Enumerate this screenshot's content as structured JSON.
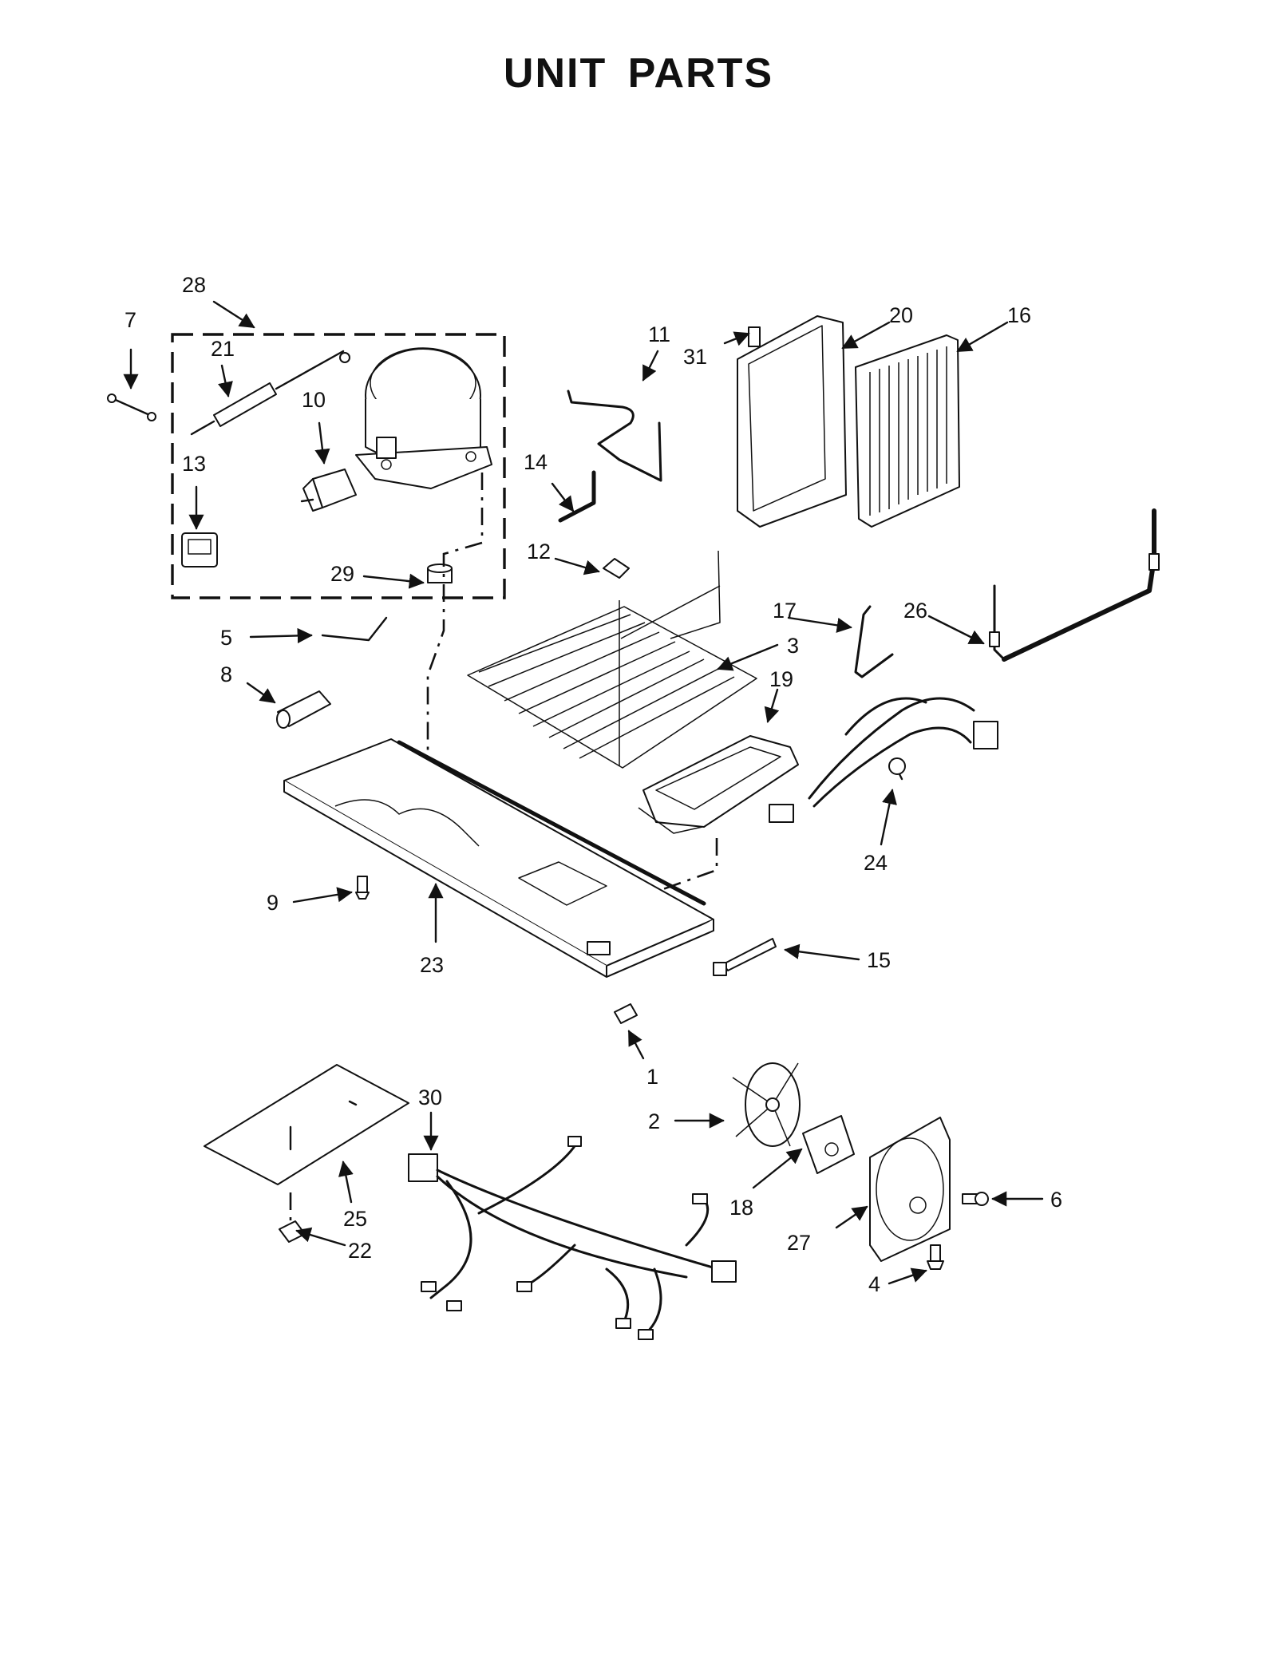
{
  "title": "UNIT PARTS",
  "callouts": [
    {
      "id": "c1",
      "label": "1"
    },
    {
      "id": "c2",
      "label": "2"
    },
    {
      "id": "c3",
      "label": "3"
    },
    {
      "id": "c4",
      "label": "4"
    },
    {
      "id": "c5",
      "label": "5"
    },
    {
      "id": "c6",
      "label": "6"
    },
    {
      "id": "c7",
      "label": "7"
    },
    {
      "id": "c8",
      "label": "8"
    },
    {
      "id": "c9",
      "label": "9"
    },
    {
      "id": "c10",
      "label": "10"
    },
    {
      "id": "c11",
      "label": "11"
    },
    {
      "id": "c12",
      "label": "12"
    },
    {
      "id": "c13",
      "label": "13"
    },
    {
      "id": "c14",
      "label": "14"
    },
    {
      "id": "c15",
      "label": "15"
    },
    {
      "id": "c16",
      "label": "16"
    },
    {
      "id": "c17",
      "label": "17"
    },
    {
      "id": "c18",
      "label": "18"
    },
    {
      "id": "c19",
      "label": "19"
    },
    {
      "id": "c20",
      "label": "20"
    },
    {
      "id": "c21",
      "label": "21"
    },
    {
      "id": "c22",
      "label": "22"
    },
    {
      "id": "c23",
      "label": "23"
    },
    {
      "id": "c24",
      "label": "24"
    },
    {
      "id": "c25",
      "label": "25"
    },
    {
      "id": "c26",
      "label": "26"
    },
    {
      "id": "c27",
      "label": "27"
    },
    {
      "id": "c28",
      "label": "28"
    },
    {
      "id": "c29",
      "label": "29"
    },
    {
      "id": "c30",
      "label": "30"
    },
    {
      "id": "c31",
      "label": "31"
    }
  ]
}
